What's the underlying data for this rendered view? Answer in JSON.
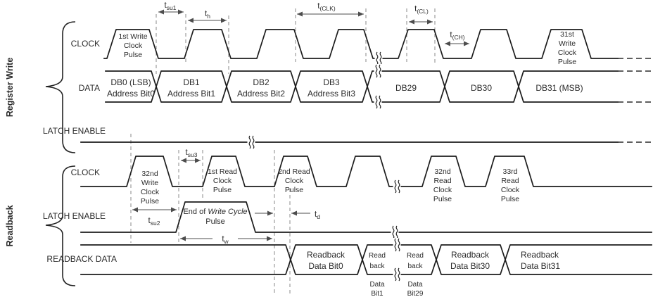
{
  "colors": {
    "waveform": "#1c1c1c",
    "dashed_guide": "#8a8a8a",
    "measure_arrows": "#4d4d4d",
    "text": "#2b2b2b",
    "background": "#ffffff"
  },
  "groups": {
    "register_write": {
      "label": "Register Write"
    },
    "readback": {
      "label": "Readback"
    }
  },
  "row_labels": {
    "rw_clock": "CLOCK",
    "rw_data": "DATA",
    "rw_latch": "LATCH ENABLE",
    "rb_clock": "CLOCK",
    "rb_latch": "LATCH ENABLE",
    "rb_data": "READBACK DATA"
  },
  "timing": {
    "tsu1": {
      "base": "t",
      "sub": "su1"
    },
    "th": {
      "base": "t",
      "sub": "h"
    },
    "tclk": {
      "base": "t",
      "sub": "(CLK)"
    },
    "tcl": {
      "base": "t",
      "sub": "(CL)"
    },
    "tch": {
      "base": "t",
      "sub": "(CH)"
    },
    "tsu2": {
      "base": "t",
      "sub": "su2"
    },
    "tsu3": {
      "base": "t",
      "sub": "su3"
    },
    "td": {
      "base": "t",
      "sub": "d"
    },
    "tw": {
      "base": "t",
      "sub": "w"
    }
  },
  "clock_labels": {
    "write1": [
      "1st Write",
      "Clock",
      "Pulse"
    ],
    "write31": [
      "31st",
      "Write",
      "Clock",
      "Pulse"
    ],
    "write32": [
      "32nd",
      "Write",
      "Clock",
      "Pulse"
    ],
    "read1": [
      "1st Read",
      "Clock",
      "Pulse"
    ],
    "read2": [
      "2nd Read",
      "Clock",
      "Pulse"
    ],
    "read32": [
      "32nd",
      "Read",
      "Clock",
      "Pulse"
    ],
    "read33": [
      "33rd",
      "Read",
      "Clock",
      "Pulse"
    ]
  },
  "data_labels": {
    "db0": [
      "DB0 (LSB)",
      "Address Bit0"
    ],
    "db1": [
      "DB1",
      "Address Bit1"
    ],
    "db2": [
      "DB2",
      "Address Bit2"
    ],
    "db3": [
      "DB3",
      "Address Bit3"
    ],
    "db29": "DB29",
    "db30": "DB30",
    "db31": "DB31 (MSB)"
  },
  "latch_pulse": {
    "prefix": "End of ",
    "italic": "Write Cycle",
    "line2": "Pulse"
  },
  "readback_labels": {
    "bit0": [
      "Readback",
      "Data Bit0"
    ],
    "bit1_inside": [
      "Read",
      "back"
    ],
    "bit1_below": [
      "Data",
      "Bit1"
    ],
    "bit29_inside": [
      "Read",
      "back"
    ],
    "bit29_below": [
      "Data",
      "Bit29"
    ],
    "bit30": [
      "Readback",
      "Data Bit30"
    ],
    "bit31": [
      "Readback",
      "Data Bit31"
    ]
  }
}
